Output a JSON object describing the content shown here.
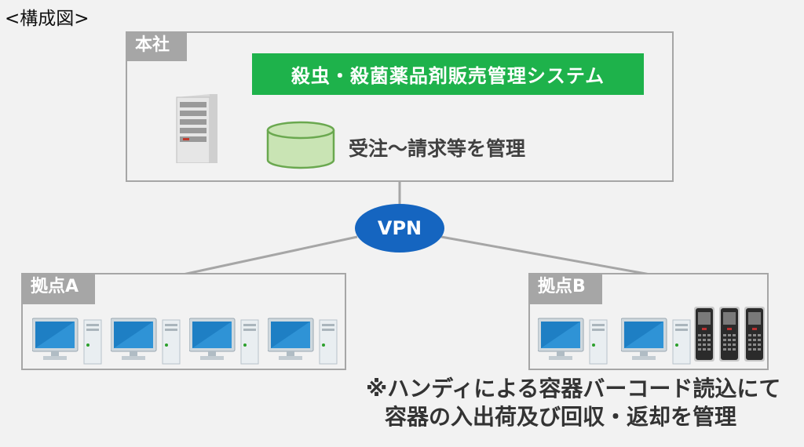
{
  "heading": "<構成図>",
  "hq": {
    "label": "本社",
    "system_banner": "殺虫・殺菌薬品剤販売管理システム",
    "db_caption": "受注～請求等を管理"
  },
  "network": {
    "label": "VPN"
  },
  "site_a": {
    "label": "拠点A"
  },
  "site_b": {
    "label": "拠点B"
  },
  "note": {
    "line1": "※ハンディによる容器バーコード読込にて",
    "line2": "容器の入出荷及び回収・返却を管理"
  },
  "colors": {
    "banner": "#1eb24b",
    "vpn": "#1565c0",
    "border": "#a6a6a6",
    "db_fill": "#c9e4b4",
    "db_stroke": "#6aa84f",
    "monitor": "#1e7fc4"
  }
}
